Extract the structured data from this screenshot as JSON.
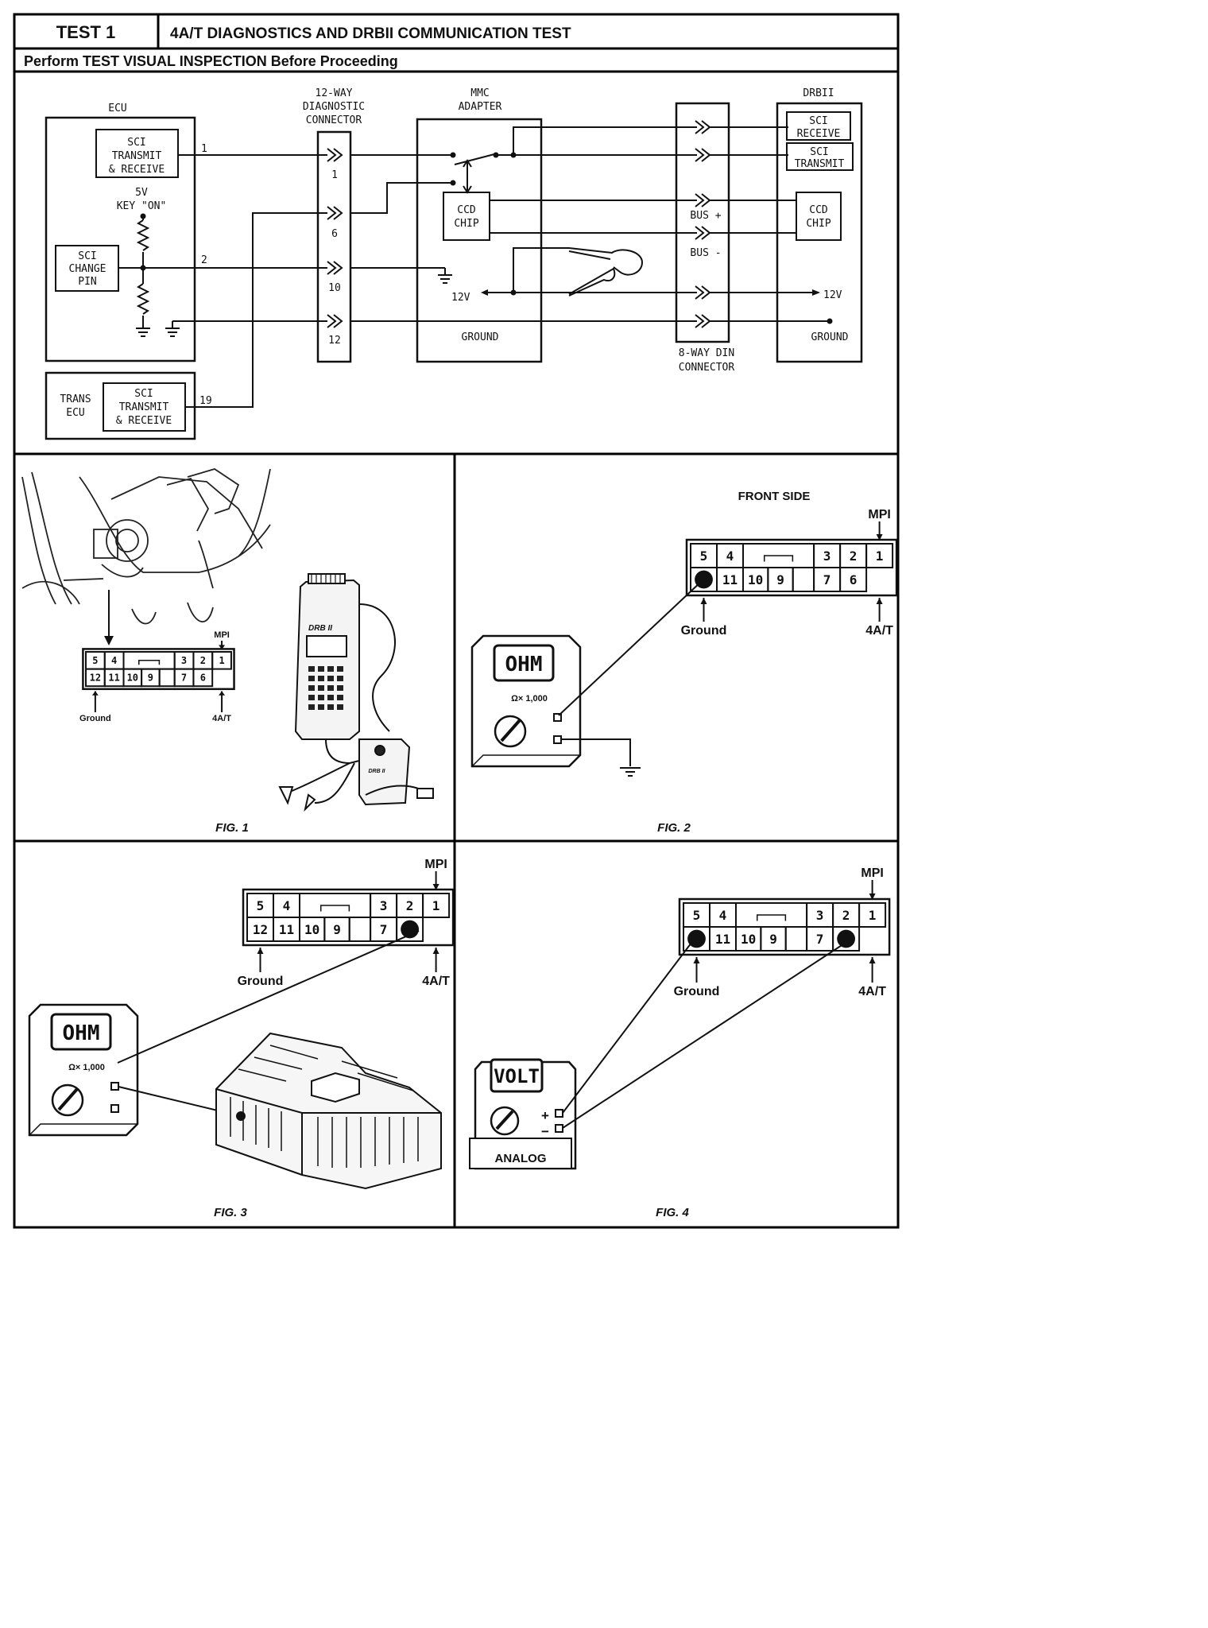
{
  "header": {
    "test_label": "TEST 1",
    "title": "4A/T DIAGNOSTICS AND DRBII COMMUNICATION TEST",
    "subtitle": "Perform TEST VISUAL INSPECTION Before Proceeding"
  },
  "schematic": {
    "ecu": {
      "title": "ECU",
      "sci_tx_rx": [
        "SCI",
        "TRANSMIT",
        "& RECEIVE"
      ],
      "supply": [
        "5V",
        "KEY \"ON\""
      ],
      "sci_change": [
        "SCI",
        "CHANGE",
        "PIN"
      ],
      "wire_1": "1",
      "wire_2": "2"
    },
    "trans_ecu": {
      "title": [
        "TRANS",
        "ECU"
      ],
      "sci_tx_rx": [
        "SCI",
        "TRANSMIT",
        "& RECEIVE"
      ],
      "wire_19": "19"
    },
    "diag_connector": {
      "title": [
        "12-WAY",
        "DIAGNOSTIC",
        "CONNECTOR"
      ],
      "pins": [
        "1",
        "6",
        "10",
        "12"
      ]
    },
    "mmc_adapter": {
      "title": [
        "MMC",
        "ADAPTER"
      ],
      "ccd_chip": [
        "CCD",
        "CHIP"
      ],
      "v12": "12V",
      "ground": "GROUND"
    },
    "din_connector": {
      "title": [
        "8-WAY DIN",
        "CONNECTOR"
      ],
      "bus_plus": "BUS +",
      "bus_minus": "BUS -"
    },
    "drbii": {
      "title": "DRBII",
      "sci_receive": [
        "SCI",
        "RECEIVE"
      ],
      "sci_transmit": [
        "SCI",
        "TRANSMIT"
      ],
      "ccd_chip": [
        "CCD",
        "CHIP"
      ],
      "v12": "12V",
      "ground": "GROUND"
    }
  },
  "connector": {
    "top_row": [
      "5",
      "4",
      "",
      "3",
      "2",
      "1"
    ],
    "bottom_row_full": [
      "12",
      "11",
      "10",
      "9",
      "",
      "7",
      "6"
    ],
    "mpi": "MPI",
    "ground": "Ground",
    "at": "4A/T",
    "front_side": "FRONT SIDE"
  },
  "figures": {
    "fig1": {
      "caption": "FIG. 1",
      "tool_label": "DRB II",
      "adapter_label": "DRB II"
    },
    "fig2": {
      "caption": "FIG. 2",
      "meter_display": "OHM",
      "range": "Ω× 1,000"
    },
    "fig3": {
      "caption": "FIG. 3",
      "meter_display": "OHM",
      "range": "Ω× 1,000"
    },
    "fig4": {
      "caption": "FIG. 4",
      "meter_display": "VOLT",
      "meter_type": "ANALOG",
      "plus": "+",
      "minus": "−"
    }
  }
}
